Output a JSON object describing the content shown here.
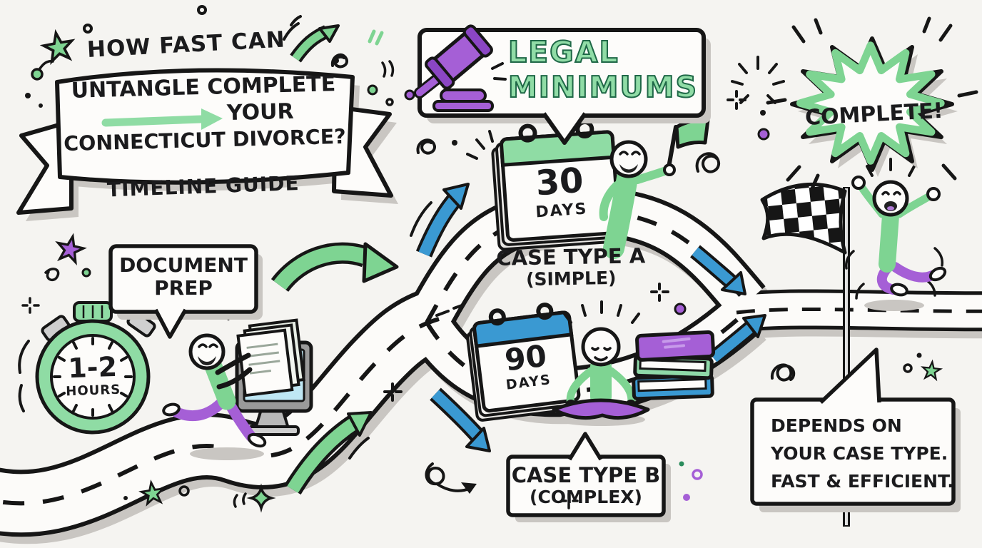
{
  "title_area": {
    "kicker": "HOW FAST CAN",
    "banner_line1": "UNTANGLE COMPLETE",
    "banner_line2": "YOUR",
    "banner_line3": "CONNECTICUT DIVORCE?",
    "subtitle": "TIMELINE GUIDE"
  },
  "legal_minimums": {
    "line1": "LEGAL",
    "line2": "MINIMUMS"
  },
  "complete_burst": {
    "label": "COMPLETE!"
  },
  "document_prep": {
    "label_line1": "DOCUMENT",
    "label_line2": "PREP",
    "duration_value": "1-2",
    "duration_unit": "HOURS"
  },
  "case_type_a": {
    "duration_value": "30",
    "duration_unit": "DAYS",
    "label_line1": "CASE TYPE A",
    "label_line2": "(SIMPLE)"
  },
  "case_type_b": {
    "duration_value": "90",
    "duration_unit": "DAYS",
    "label_line1": "CASE TYPE B",
    "label_line2": "(COMPLEX)"
  },
  "outcome_note": {
    "line1": "DEPENDS ON",
    "line2": "YOUR CASE TYPE.",
    "line3": "FAST & EFFICIENT."
  },
  "icons": [
    "gavel-icon",
    "stopwatch-icon",
    "calendar-30-icon",
    "calendar-90-icon",
    "books-icon",
    "monitor-icon",
    "checkered-flag-icon",
    "green-flag-icon",
    "starburst-icon",
    "banner-ribbon",
    "road",
    "star-icon",
    "sparkle-icon"
  ],
  "colors": {
    "green": "#7ed492",
    "green_light": "#8fdca4",
    "blue": "#3a99d2",
    "purple": "#a55fd6",
    "ink": "#1a1a1a",
    "background": "#f5f4f1",
    "shadow": "#c9c6c2"
  }
}
